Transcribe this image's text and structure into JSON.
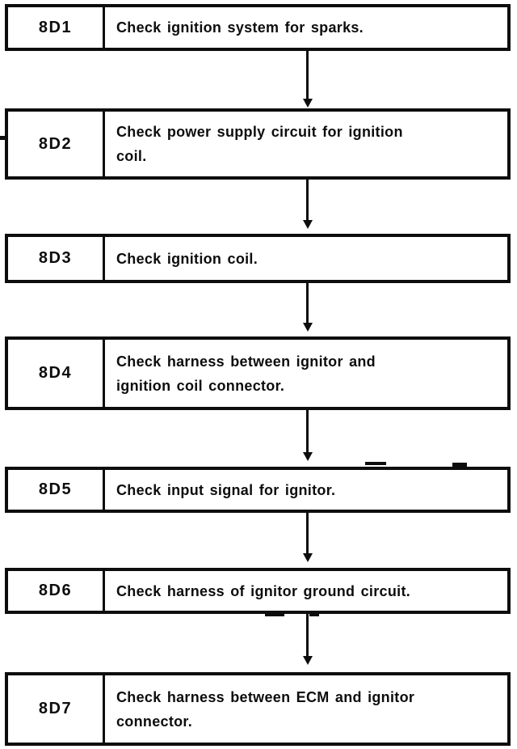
{
  "flowchart": {
    "type": "diagnostic-flowchart",
    "colors": {
      "ink": "#0d0d0d",
      "paper": "#ffffff"
    },
    "steps": [
      {
        "id": "8D1",
        "description": "Check ignition system for sparks.",
        "lines": [
          "Check ignition system for sparks."
        ]
      },
      {
        "id": "8D2",
        "description": "Check power supply circuit for ignition coil.",
        "lines": [
          "Check power supply circuit for ignition",
          "coil."
        ]
      },
      {
        "id": "8D3",
        "description": "Check ignition coil.",
        "lines": [
          "Check ignition coil."
        ]
      },
      {
        "id": "8D4",
        "description": "Check harness between ignitor and ignition coil connector.",
        "lines": [
          "Check harness between ignitor and",
          "ignition coil connector."
        ]
      },
      {
        "id": "8D5",
        "description": "Check input signal for ignitor.",
        "lines": [
          "Check input signal for ignitor."
        ]
      },
      {
        "id": "8D6",
        "description": "Check harness of ignitor ground circuit.",
        "lines": [
          "Check harness of ignitor ground circuit."
        ]
      },
      {
        "id": "8D7",
        "description": "Check harness between ECM and ignitor connector.",
        "lines": [
          "Check harness between ECM and ignitor",
          "connector."
        ]
      }
    ]
  }
}
